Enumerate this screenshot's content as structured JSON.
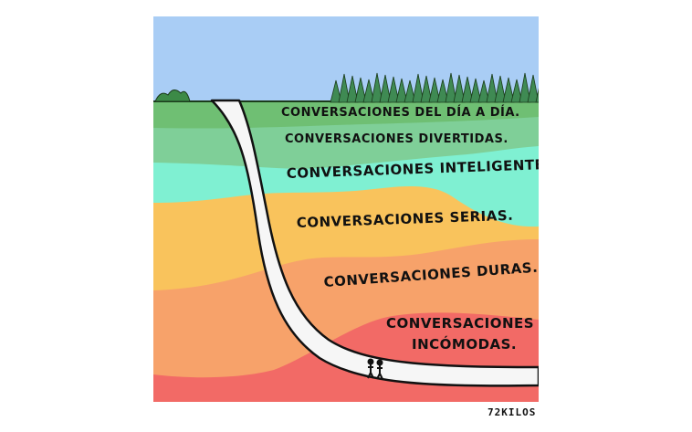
{
  "layers": [
    {
      "label": "CONVERSACIONES DEL DÍA A DÍA.",
      "color": "#6fbf73"
    },
    {
      "label": "CONVERSACIONES DIVERTIDAS.",
      "color": "#7fcf98"
    },
    {
      "label": "CONVERSACIONES INTELIGENTES.",
      "color": "#7ff0d2"
    },
    {
      "label": "CONVERSACIONES SERIAS.",
      "color": "#f9c35c"
    },
    {
      "label": "CONVERSACIONES DURAS.",
      "color": "#f7a26a"
    },
    {
      "label": "CONVERSACIONES",
      "label2": "INCÓMODAS.",
      "color": "#f26a66"
    }
  ],
  "colors": {
    "sky": "#a9cdf5",
    "surface": "#5b9a48",
    "forest": "#3f8a53",
    "path": "#f6f6f6"
  },
  "signature": "72KILOS"
}
